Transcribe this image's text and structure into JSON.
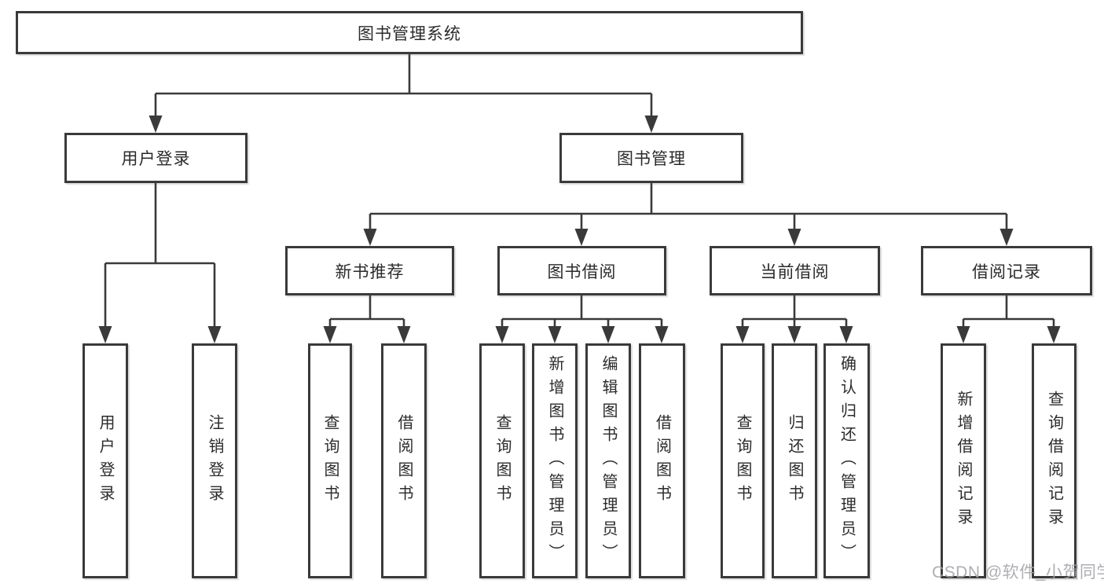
{
  "nodes": {
    "root": {
      "label": "图书管理系统"
    },
    "level2": [
      {
        "label": "用户登录"
      },
      {
        "label": "图书管理"
      }
    ],
    "level3": [
      {
        "label": "新书推荐"
      },
      {
        "label": "图书借阅"
      },
      {
        "label": "当前借阅"
      },
      {
        "label": "借阅记录"
      }
    ],
    "leaves": [
      {
        "label": "用户登录"
      },
      {
        "label": "注销登录"
      },
      {
        "label": "查询图书"
      },
      {
        "label": "借阅图书"
      },
      {
        "label": "查询图书"
      },
      {
        "label": "新增图书（管理员）"
      },
      {
        "label": "编辑图书（管理员）"
      },
      {
        "label": "借阅图书"
      },
      {
        "label": "查询图书"
      },
      {
        "label": "归还图书"
      },
      {
        "label": "确认归还（管理员）"
      },
      {
        "label": "新增借阅记录"
      },
      {
        "label": "查询借阅记录"
      }
    ]
  },
  "watermark": {
    "text": "CSDN @软件_小贺同学"
  },
  "colors": {
    "line": "#3a3a3a",
    "box_border": "#3a3a3a",
    "text": "#2b2b2b",
    "watermark": "#a3a3aa",
    "background": "#ffffff"
  }
}
